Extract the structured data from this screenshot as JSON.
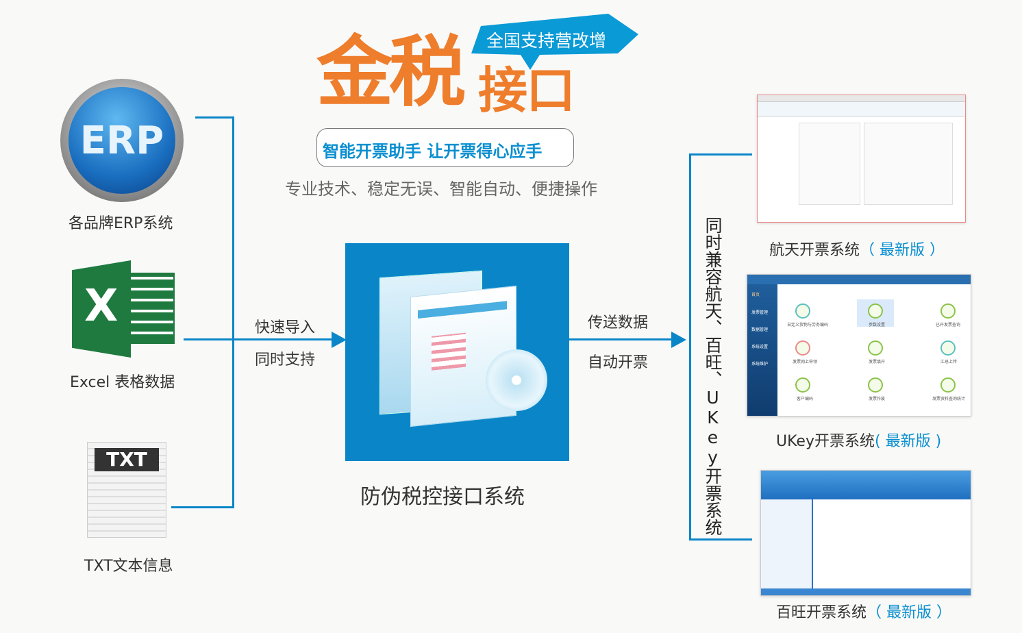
{
  "title": {
    "main": "金税",
    "second": "接口",
    "badge": "全国支持营改增",
    "slogan": "智能开票助手 让开票得心应手",
    "features": "专业技术、稳定无误、智能自动、便捷操作"
  },
  "sources": [
    {
      "logo": "ERP",
      "label": "各品牌ERP系统"
    },
    {
      "logo": "X",
      "label": "Excel 表格数据"
    },
    {
      "logo": "TXT",
      "label": "TXT文本信息"
    }
  ],
  "left_arrow": {
    "top": "快速导入",
    "bottom": "同时支持"
  },
  "center": {
    "label": "防伪税控接口系统"
  },
  "right_arrow": {
    "top": "传送数据",
    "bottom": "自动开票"
  },
  "compat_text": "同时兼容航天、百旺、UKey开票系统",
  "targets": [
    {
      "name": "航天开票系统",
      "tag": "（ 最新版 ）"
    },
    {
      "name": "UKey开票系统",
      "tag": "( 最新版 )"
    },
    {
      "name": "百旺开票系统",
      "tag": "（ 最新版 ）"
    }
  ],
  "ukey_window": {
    "sidebar": [
      "首页",
      "发票管理",
      "数据管理",
      "系统设置",
      "系统维护"
    ],
    "nodes": [
      "自定义货物与劳务编码",
      "发票网上申领",
      "客户编码",
      "参数设置",
      "发票填开",
      "发票作废",
      "已开发票查询",
      "汇总上传",
      "发票资料查询统计"
    ]
  },
  "colors": {
    "orange": "#ee7d2c",
    "blue": "#0a86c8",
    "excel": "#1f7a3f"
  }
}
